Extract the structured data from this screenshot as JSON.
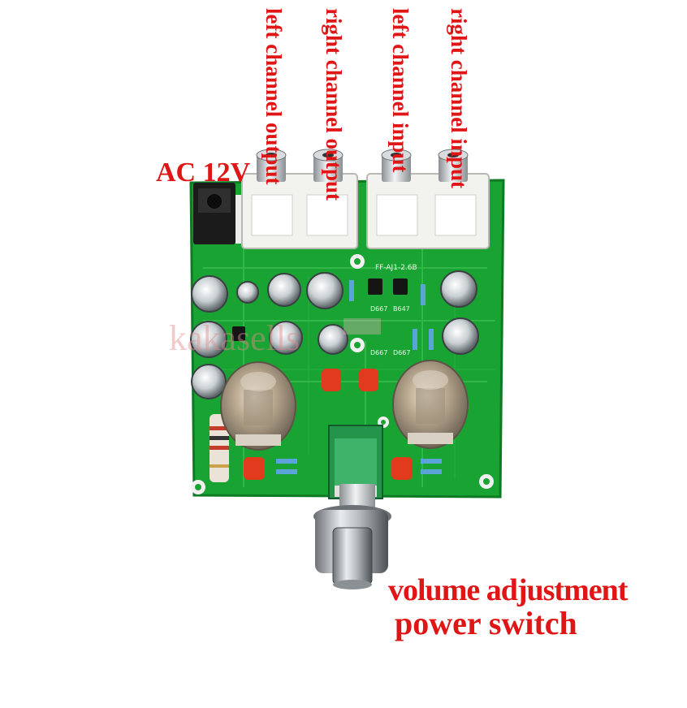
{
  "labels": {
    "ac_power": "AC 12V",
    "left_channel_output": "left channel output",
    "right_channel_output": "right channel output",
    "left_channel_input": "left channel input",
    "right_channel_input": "right channel input",
    "volume_adjustment": "volume adjustment",
    "power_switch": "power switch"
  },
  "watermark": "kakasells",
  "pcb_silkscreen": {
    "model": "FF-AJ1-2.6B",
    "transistors": [
      "D667",
      "B647",
      "D667",
      "D667"
    ]
  },
  "colors": {
    "label_red": "#e01515",
    "pcb_green": "#19a333",
    "jack_white": "#f2f2ee",
    "capacitor_red": "#e23a1c"
  }
}
